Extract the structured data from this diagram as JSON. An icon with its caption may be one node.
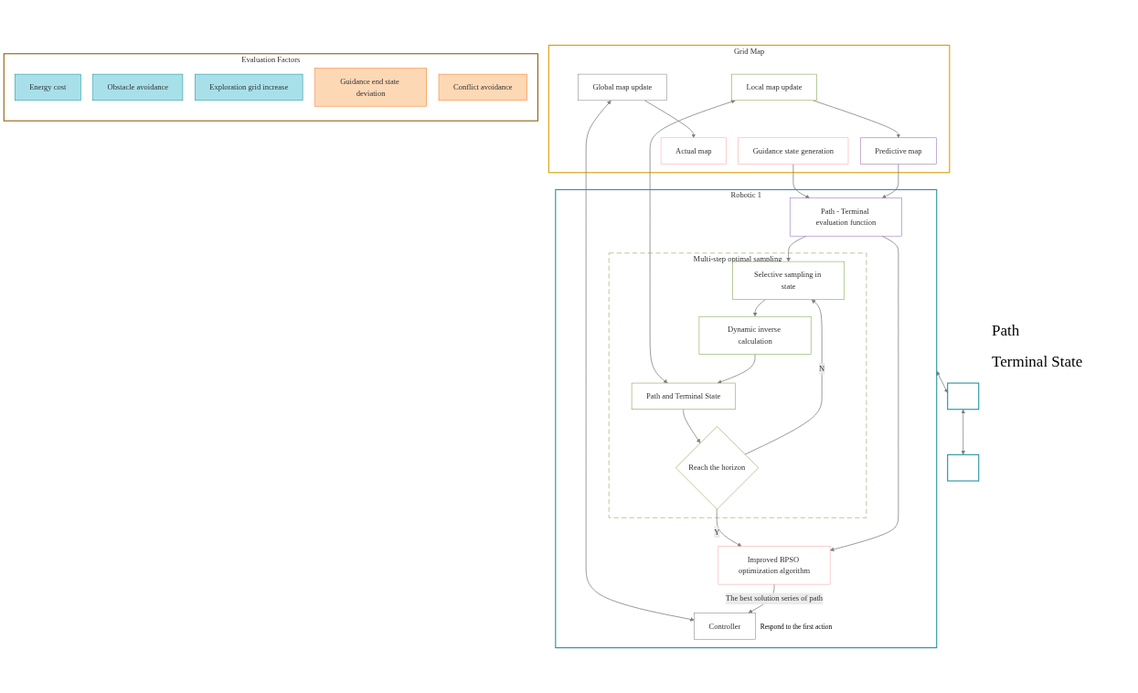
{
  "diagram": {
    "nodes": [
      {
        "text": [
          "Grid Map"
        ]
      },
      {
        "text": [
          "Guidance state generation"
        ],
        "in": 0
      },
      {
        "text": [
          "Local map update"
        ],
        "in": 0
      },
      {
        "text": [
          "Predictive map"
        ],
        "in": 0
      },
      {
        "text": [
          "Actual map"
        ],
        "in": 0
      },
      {
        "text": [
          "Global map update"
        ],
        "in": 0
      },
      {
        "text": [
          "Robotic 1"
        ]
      },
      {
        "text": [
          "Multi-step optimal sampling"
        ],
        "in": 6
      },
      {
        "text": [
          "Dynamic inverse calculation"
        ],
        "in": 7
      },
      {
        "text": [
          "Selective sampling in state"
        ],
        "in": 7
      },
      {
        "text": [
          "Path and Terminal State"
        ],
        "in": 7
      },
      {
        "text": [
          "Reach the horizon"
        ],
        "in": 7
      },
      {
        "text": [
          "Improved BPSO optimization algorithm"
        ],
        "in": 6
      },
      {
        "text": [
          "Path - Terminal evaluation function"
        ],
        "in": 6
      },
      {
        "text": [
          "Controller"
        ],
        "in": 6,
        "beside": [
          "Respond to the first action"
        ]
      },
      {
        "text": [],
        "shape": "box"
      },
      {
        "text": [],
        "shape": "box"
      },
      {
        "text": [
          "Evaluation Factors"
        ]
      },
      {
        "text": [
          "Energy cost"
        ],
        "in": 17
      },
      {
        "text": [
          "Obstacle avoidance"
        ],
        "in": 17
      },
      {
        "text": [
          "Exploration grid increase"
        ],
        "in": 17
      },
      {
        "text": [
          "Guidance end state deviation"
        ],
        "in": 17
      },
      {
        "text": [
          "Conflict avoidance"
        ],
        "in": 17
      }
    ],
    "edges": [
      {
        "from": 1,
        "to": 13,
        "arrow": "to"
      },
      {
        "from": 3,
        "to": 13,
        "arrow": "to"
      },
      {
        "from": 2,
        "to": 10,
        "arrow": "both"
      },
      {
        "from": 2,
        "to": 3,
        "arrow": "to"
      },
      {
        "from": 5,
        "to": 4,
        "arrow": "to"
      },
      {
        "from": 5,
        "to": 14,
        "arrow": "both"
      },
      {
        "from": 9,
        "to": 8,
        "arrow": "to"
      },
      {
        "from": 8,
        "to": 10,
        "arrow": "to"
      },
      {
        "from": 10,
        "to": 11,
        "arrow": "to"
      },
      {
        "from": 11,
        "to": 9,
        "arrow": "to",
        "label": "N"
      },
      {
        "from": 11,
        "to": 12,
        "arrow": "to",
        "label": "Y"
      },
      {
        "from": 13,
        "to": 12,
        "arrow": "to"
      },
      {
        "from": 13,
        "to": 9,
        "arrow": "to"
      },
      {
        "from": 12,
        "to": 14,
        "arrow": "to",
        "label": "The best solution series of path"
      },
      {
        "from": 6,
        "to": 15,
        "arrow": "both"
      },
      {
        "from": 15,
        "to": 16,
        "arrow": "both"
      }
    ],
    "labels": [
      "Path",
      "Terminal State"
    ]
  }
}
